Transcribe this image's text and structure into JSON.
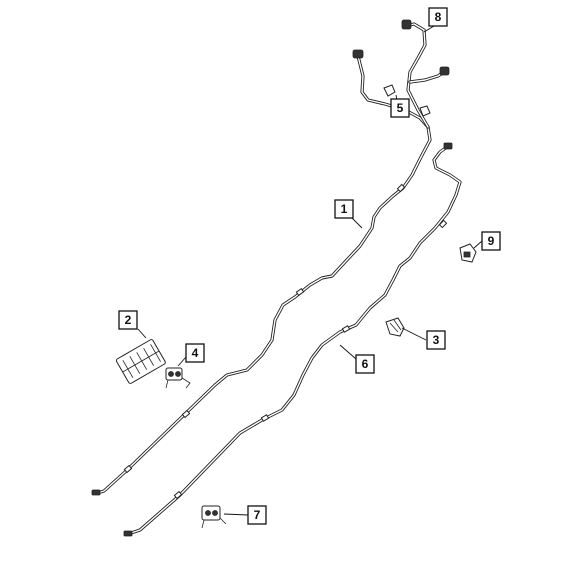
{
  "callouts": [
    {
      "id": "c1",
      "label": "1"
    },
    {
      "id": "c2",
      "label": "2"
    },
    {
      "id": "c3",
      "label": "3"
    },
    {
      "id": "c4",
      "label": "4"
    },
    {
      "id": "c5",
      "label": "5"
    },
    {
      "id": "c6",
      "label": "6"
    },
    {
      "id": "c7",
      "label": "7"
    },
    {
      "id": "c8",
      "label": "8"
    },
    {
      "id": "c9",
      "label": "9"
    }
  ],
  "colors": {
    "line": "#222222",
    "background": "#ffffff"
  }
}
